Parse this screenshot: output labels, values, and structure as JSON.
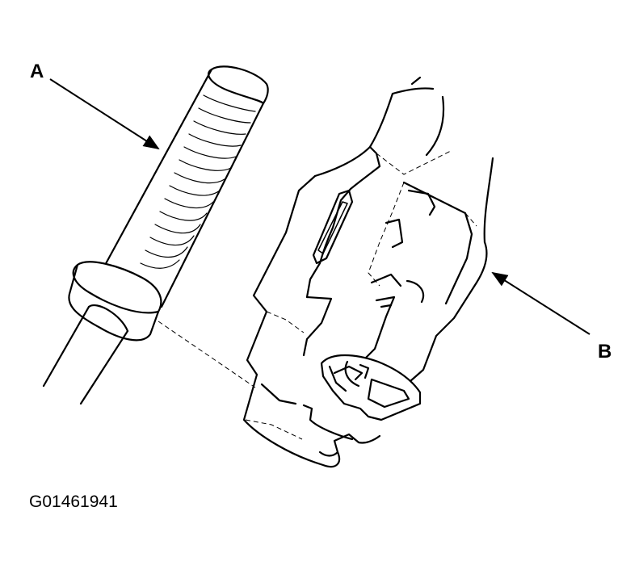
{
  "diagram": {
    "callouts": {
      "a": "A",
      "b": "B"
    },
    "figure_id": "G01461941",
    "line_color": "#000000",
    "background": "#ffffff"
  }
}
